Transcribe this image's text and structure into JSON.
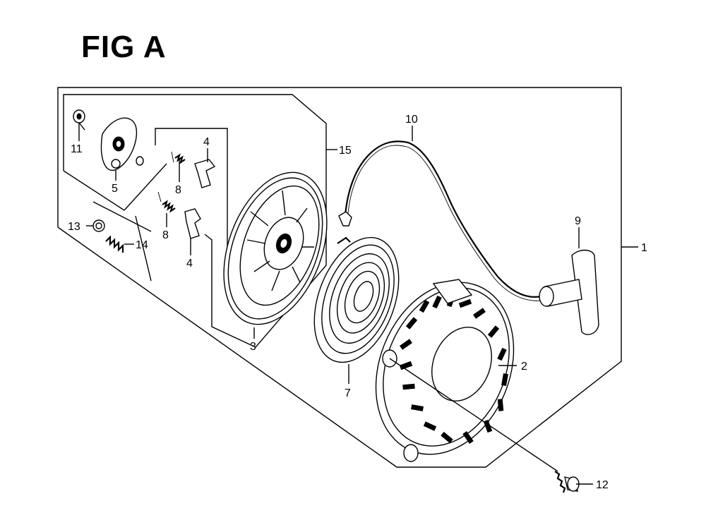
{
  "figure": {
    "title": "FIG A"
  },
  "callouts": {
    "c1": "1",
    "c2": "2",
    "c3": "3",
    "c4a": "4",
    "c4b": "4",
    "c5": "5",
    "c7": "7",
    "c8a": "8",
    "c8b": "8",
    "c9": "9",
    "c10": "10",
    "c11": "11",
    "c12": "12",
    "c13": "13",
    "c14": "14",
    "c15": "15"
  }
}
